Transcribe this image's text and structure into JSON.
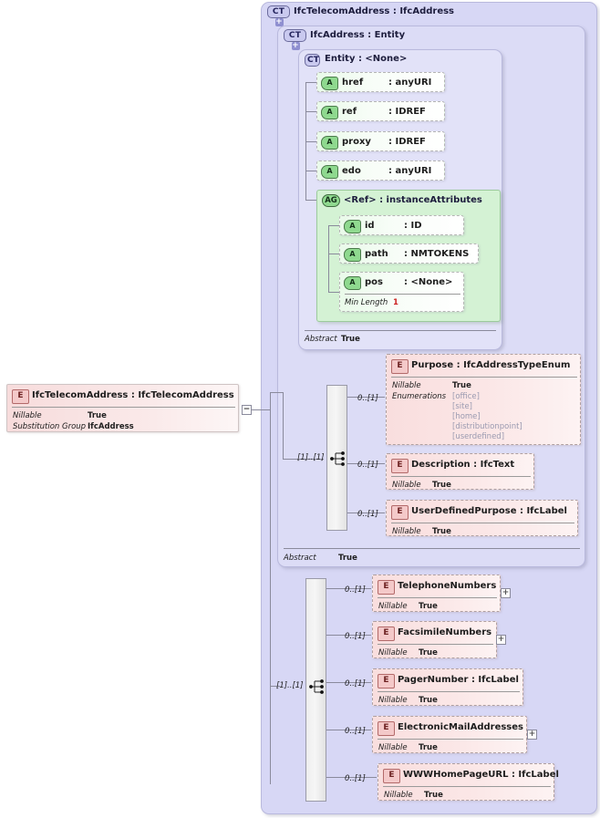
{
  "diagram": {
    "title": "IfcTelecomAddress XSD structure",
    "colors": {
      "panel_level1": "#d7d7f5",
      "panel_level2": "#dcdcf6",
      "panel_level3": "#e2e2f8",
      "attribute_green": "#8fd98f",
      "element_pink": "#f4c9c9",
      "connector": "#8a8a9c",
      "numeric_red": "#cc2222",
      "enum_gray": "#9a9ab0"
    }
  },
  "containers": {
    "outer": {
      "badge": "CT",
      "expandable": "+",
      "title": "IfcTelecomAddress : IfcAddress"
    },
    "middle": {
      "badge": "CT",
      "expandable": "+",
      "title": "IfcAddress : Entity"
    },
    "inner": {
      "badge": "CT",
      "expandable": "",
      "title": "Entity      : <None>"
    },
    "inner_abstract": {
      "key": "Abstract",
      "value": "True"
    },
    "middle_abstract": {
      "key": "Abstract",
      "value": "True"
    }
  },
  "attributes": [
    {
      "badge": "A",
      "name": "href",
      "type": ": anyURI"
    },
    {
      "badge": "A",
      "name": "ref",
      "type": ": IDREF"
    },
    {
      "badge": "A",
      "name": "proxy",
      "type": ": IDREF"
    },
    {
      "badge": "A",
      "name": "edo",
      "type": ": anyURI"
    }
  ],
  "attribute_group": {
    "badge": "AG",
    "title": "<Ref>      : instanceAttributes",
    "attributes": [
      {
        "badge": "A",
        "name": "id",
        "type": ": ID"
      },
      {
        "badge": "A",
        "name": "path",
        "type": ": NMTOKENS"
      },
      {
        "badge": "A",
        "name": "pos",
        "type": ": <None>",
        "facet_key": "Min Length",
        "facet_value": "1"
      }
    ]
  },
  "root_element": {
    "badge": "E",
    "title": "IfcTelecomAddress : IfcTelecomAddress",
    "props": [
      {
        "key": "Nillable",
        "value": "True"
      },
      {
        "key": "Substitution Group",
        "value": "IfcAddress"
      }
    ],
    "toggle": "−"
  },
  "sequence_upper": {
    "occurrence": "[1]..[1]"
  },
  "sequence_lower": {
    "occurrence": "[1]..[1]"
  },
  "elements_upper": [
    {
      "badge": "E",
      "occurrence": "0..[1]",
      "title": "Purpose : IfcAddressTypeEnum",
      "props": [
        {
          "key": "Nillable",
          "value": "True"
        },
        {
          "key": "Enumerations",
          "value": ""
        }
      ],
      "enumerations": [
        "[office]",
        "[site]",
        "[home]",
        "[distributionpoint]",
        "[userdefined]"
      ]
    },
    {
      "badge": "E",
      "occurrence": "0..[1]",
      "title": "Description : IfcText",
      "props": [
        {
          "key": "Nillable",
          "value": "True"
        }
      ]
    },
    {
      "badge": "E",
      "occurrence": "0..[1]",
      "title": "UserDefinedPurpose : IfcLabel",
      "props": [
        {
          "key": "Nillable",
          "value": "True"
        }
      ]
    }
  ],
  "elements_lower": [
    {
      "badge": "E",
      "occurrence": "0..[1]",
      "title": "TelephoneNumbers",
      "props": [
        {
          "key": "Nillable",
          "value": "True"
        }
      ],
      "expand": "+"
    },
    {
      "badge": "E",
      "occurrence": "0..[1]",
      "title": "FacsimileNumbers",
      "props": [
        {
          "key": "Nillable",
          "value": "True"
        }
      ],
      "expand": "+"
    },
    {
      "badge": "E",
      "occurrence": "0..[1]",
      "title": "PagerNumber : IfcLabel",
      "props": [
        {
          "key": "Nillable",
          "value": "True"
        }
      ],
      "expand": ""
    },
    {
      "badge": "E",
      "occurrence": "0..[1]",
      "title": "ElectronicMailAddresses",
      "props": [
        {
          "key": "Nillable",
          "value": "True"
        }
      ],
      "expand": "+"
    },
    {
      "badge": "E",
      "occurrence": "0..[1]",
      "title": "WWWHomePageURL : IfcLabel",
      "props": [
        {
          "key": "Nillable",
          "value": "True"
        }
      ],
      "expand": ""
    }
  ]
}
